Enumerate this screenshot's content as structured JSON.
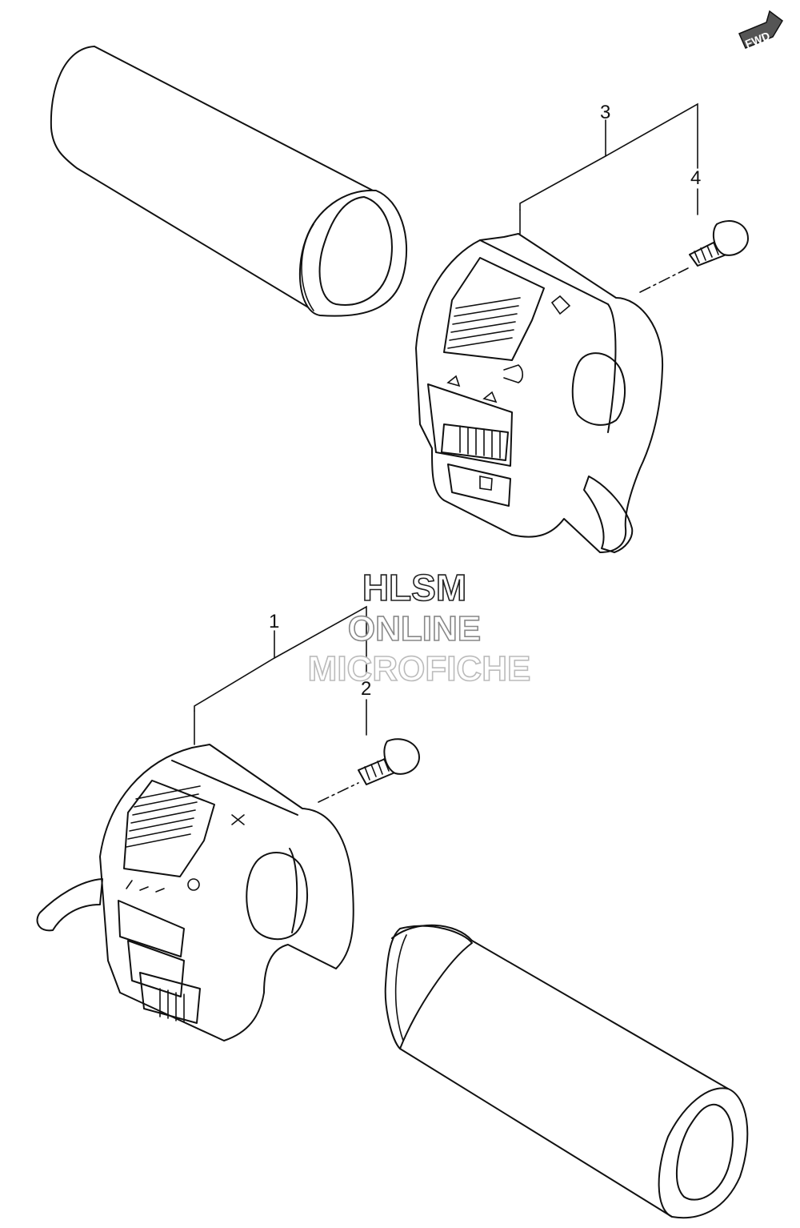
{
  "watermark": {
    "line1": "HLSM",
    "line2": "ONLINE",
    "line3": "MICROFICHE"
  },
  "direction_badge": "FWD",
  "callouts": [
    {
      "number": "1"
    },
    {
      "number": "2"
    },
    {
      "number": "3"
    },
    {
      "number": "4"
    }
  ]
}
